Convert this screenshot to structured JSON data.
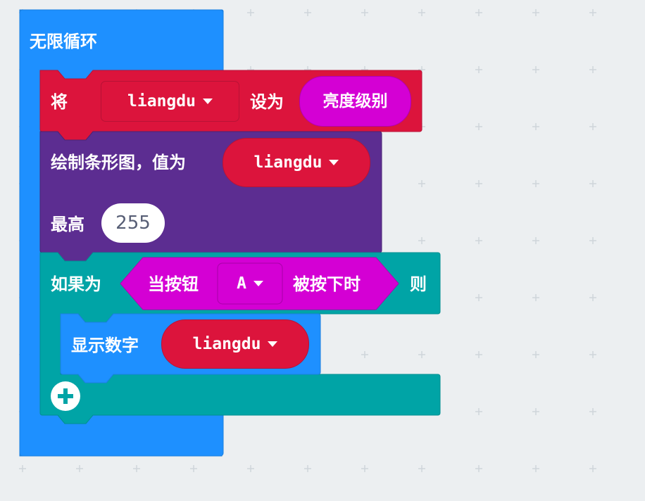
{
  "forever_block": {
    "label": "无限循环",
    "color": "#1e90ff"
  },
  "set_block": {
    "label": "将",
    "variable": "liangdu",
    "to_label": "设为",
    "value_label": "亮度级别",
    "color": "#dc143c",
    "value_color": "#d400d4"
  },
  "plot_block": {
    "label": "绘制条形图，值为",
    "variable": "liangdu",
    "max_label": "最高",
    "max_value": "255",
    "color": "#5c2d91"
  },
  "if_block": {
    "label": "如果为",
    "then_label": "则",
    "condition": {
      "prefix": "当按钮",
      "button": "A",
      "suffix": "被按下时"
    },
    "color": "#00a4a6",
    "condition_color": "#d400d4"
  },
  "show_block": {
    "label": "显示数字",
    "variable": "liangdu",
    "color": "#1e90ff"
  },
  "add_button": {
    "icon": "plus-circle-icon"
  }
}
